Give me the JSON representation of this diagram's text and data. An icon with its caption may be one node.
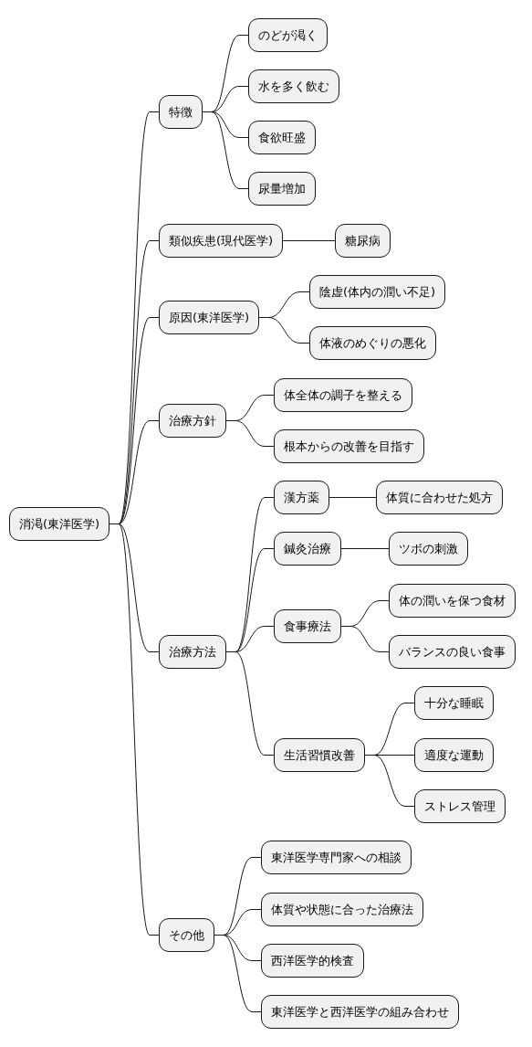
{
  "diagram": {
    "nodes": [
      {
        "text": [
          "消渇(東洋医学)"
        ]
      },
      {
        "text": [
          "特徴"
        ]
      },
      {
        "text": [
          "のどが渇く"
        ]
      },
      {
        "text": [
          "水を多く飲む"
        ]
      },
      {
        "text": [
          "食欲旺盛"
        ]
      },
      {
        "text": [
          "尿量増加"
        ]
      },
      {
        "text": [
          "類似疾患(現代医学)"
        ]
      },
      {
        "text": [
          "糖尿病"
        ]
      },
      {
        "text": [
          "原因(東洋医学)"
        ]
      },
      {
        "text": [
          "陰虚(体内の潤い不足)"
        ]
      },
      {
        "text": [
          "体液のめぐりの悪化"
        ]
      },
      {
        "text": [
          "治療方針"
        ]
      },
      {
        "text": [
          "体全体の調子を整える"
        ]
      },
      {
        "text": [
          "根本からの改善を目指す"
        ]
      },
      {
        "text": [
          "治療方法"
        ]
      },
      {
        "text": [
          "漢方薬"
        ]
      },
      {
        "text": [
          "体質に合わせた処方"
        ]
      },
      {
        "text": [
          "鍼灸治療"
        ]
      },
      {
        "text": [
          "ツボの刺激"
        ]
      },
      {
        "text": [
          "食事療法"
        ]
      },
      {
        "text": [
          "体の潤いを保つ食材"
        ]
      },
      {
        "text": [
          "バランスの良い食事"
        ]
      },
      {
        "text": [
          "生活習慣改善"
        ]
      },
      {
        "text": [
          "十分な睡眠"
        ]
      },
      {
        "text": [
          "適度な運動"
        ]
      },
      {
        "text": [
          "ストレス管理"
        ]
      },
      {
        "text": [
          "その他"
        ]
      },
      {
        "text": [
          "東洋医学専門家への相談"
        ]
      },
      {
        "text": [
          "体質や状態に合った治療法"
        ]
      },
      {
        "text": [
          "西洋医学的検査"
        ]
      },
      {
        "text": [
          "東洋医学と西洋医学の組み合わせ"
        ]
      }
    ],
    "edges": [
      {
        "from": 0,
        "to": 1,
        "arrow": "none"
      },
      {
        "from": 1,
        "to": 2,
        "arrow": "none"
      },
      {
        "from": 1,
        "to": 3,
        "arrow": "none"
      },
      {
        "from": 1,
        "to": 4,
        "arrow": "none"
      },
      {
        "from": 1,
        "to": 5,
        "arrow": "none"
      },
      {
        "from": 0,
        "to": 6,
        "arrow": "none"
      },
      {
        "from": 6,
        "to": 7,
        "arrow": "none"
      },
      {
        "from": 0,
        "to": 8,
        "arrow": "none"
      },
      {
        "from": 8,
        "to": 9,
        "arrow": "none"
      },
      {
        "from": 8,
        "to": 10,
        "arrow": "none"
      },
      {
        "from": 0,
        "to": 11,
        "arrow": "none"
      },
      {
        "from": 11,
        "to": 12,
        "arrow": "none"
      },
      {
        "from": 11,
        "to": 13,
        "arrow": "none"
      },
      {
        "from": 0,
        "to": 14,
        "arrow": "none"
      },
      {
        "from": 14,
        "to": 15,
        "arrow": "none"
      },
      {
        "from": 15,
        "to": 16,
        "arrow": "none"
      },
      {
        "from": 14,
        "to": 17,
        "arrow": "none"
      },
      {
        "from": 17,
        "to": 18,
        "arrow": "none"
      },
      {
        "from": 14,
        "to": 19,
        "arrow": "none"
      },
      {
        "from": 19,
        "to": 20,
        "arrow": "none"
      },
      {
        "from": 19,
        "to": 21,
        "arrow": "none"
      },
      {
        "from": 14,
        "to": 22,
        "arrow": "none"
      },
      {
        "from": 22,
        "to": 23,
        "arrow": "none"
      },
      {
        "from": 22,
        "to": 24,
        "arrow": "none"
      },
      {
        "from": 22,
        "to": 25,
        "arrow": "none"
      },
      {
        "from": 0,
        "to": 26,
        "arrow": "none"
      },
      {
        "from": 26,
        "to": 27,
        "arrow": "none"
      },
      {
        "from": 26,
        "to": 28,
        "arrow": "none"
      },
      {
        "from": 26,
        "to": 29,
        "arrow": "none"
      },
      {
        "from": 26,
        "to": 30,
        "arrow": "none"
      }
    ]
  }
}
